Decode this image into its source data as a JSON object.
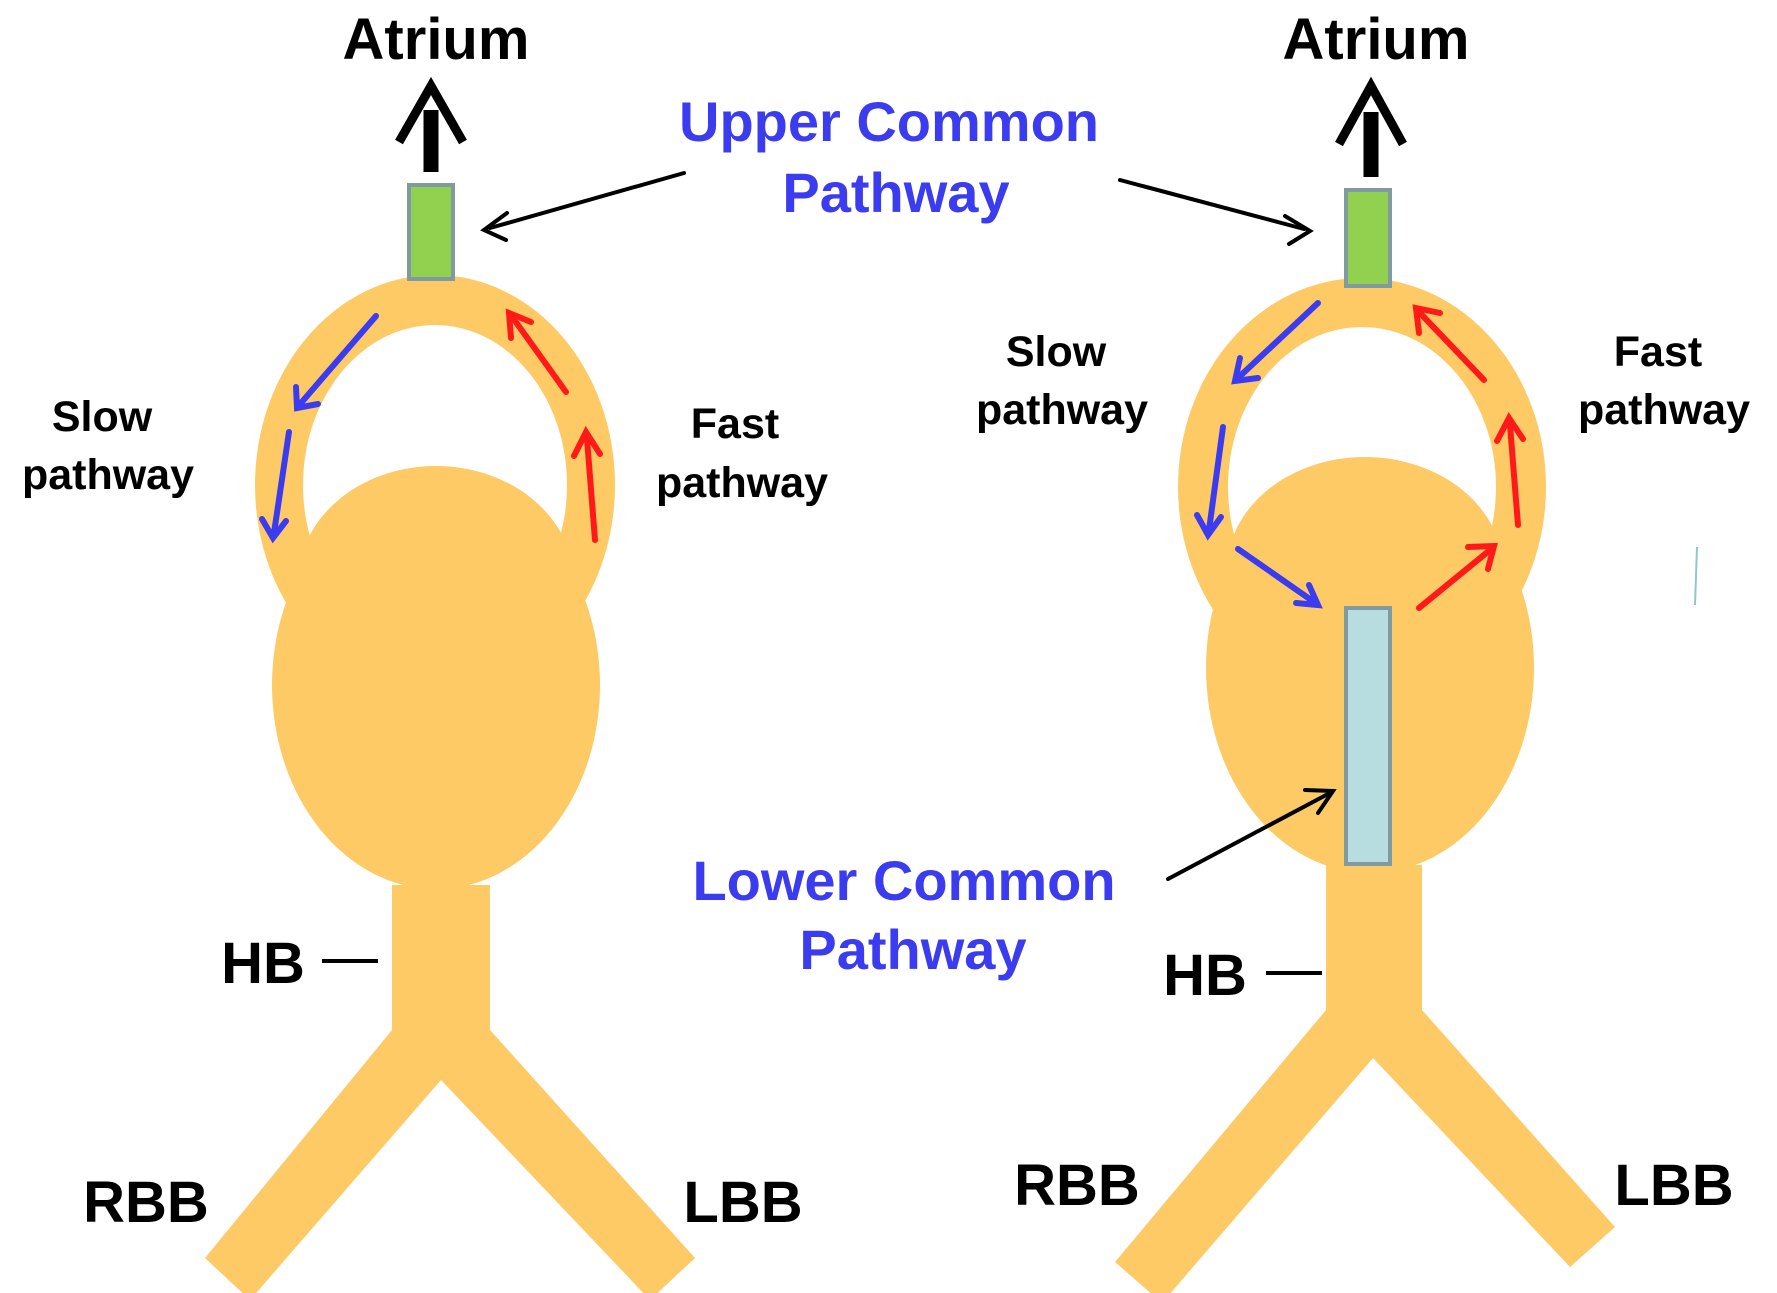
{
  "labels": {
    "atrium_left": "Atrium",
    "atrium_right": "Atrium",
    "upper_common_line1": "Upper Common",
    "upper_common_line2": "Pathway",
    "lower_common_line1": "Lower Common",
    "lower_common_line2": "Pathway",
    "slow_left_line1": "Slow",
    "slow_left_line2": "pathway",
    "fast_left_line1": "Fast",
    "fast_left_line2": "pathway",
    "slow_right_line1": "Slow",
    "slow_right_line2": "pathway",
    "fast_right_line1": "Fast",
    "fast_right_line2": "pathway",
    "hb_left": "HB",
    "hb_right": "HB",
    "rbb_left": "RBB",
    "lbb_left": "LBB",
    "rbb_right": "RBB",
    "lbb_right": "LBB"
  },
  "colors": {
    "tissue": "#fdca66",
    "upper_pathway_box": "#92d050",
    "lower_pathway_box": "#b7dde0",
    "box_border": "#7f9aa0",
    "slow_arrow": "#3b3bf0",
    "fast_arrow": "#ff1a1a",
    "callout_text": "#3b3bf0",
    "label_text": "#000000"
  }
}
